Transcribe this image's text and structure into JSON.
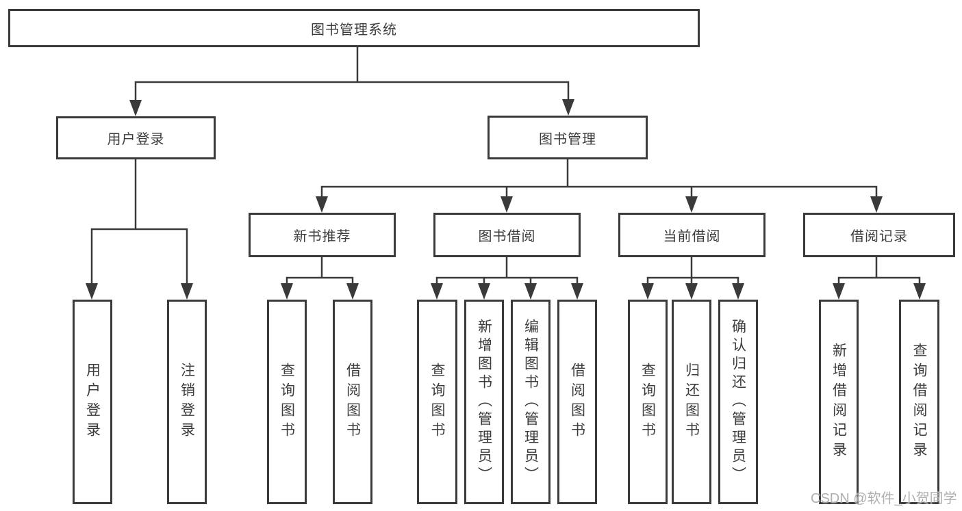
{
  "diagram": {
    "type": "hierarchy-tree",
    "nodes": {
      "root": {
        "label": "图书管理系统"
      },
      "user_login": {
        "label": "用户登录"
      },
      "book_mgmt": {
        "label": "图书管理"
      },
      "new_books": {
        "label": "新书推荐"
      },
      "book_borrow": {
        "label": "图书借阅"
      },
      "current_borrow": {
        "label": "当前借阅"
      },
      "borrow_records": {
        "label": "借阅记录"
      },
      "leaf_user_login": {
        "label": "用户登录"
      },
      "leaf_logout": {
        "label": "注销登录"
      },
      "leaf_nb_query": {
        "label": "查询图书"
      },
      "leaf_nb_borrow": {
        "label": "借阅图书"
      },
      "leaf_bw_query": {
        "label": "查询图书"
      },
      "leaf_bw_add": {
        "label": "新增图书（管理员）"
      },
      "leaf_bw_edit": {
        "label": "编辑图书（管理员）"
      },
      "leaf_bw_borrow": {
        "label": "借阅图书"
      },
      "leaf_cur_query": {
        "label": "查询图书"
      },
      "leaf_cur_return": {
        "label": "归还图书"
      },
      "leaf_cur_confirm": {
        "label": "确认归还（管理员）"
      },
      "leaf_rec_add": {
        "label": "新增借阅记录"
      },
      "leaf_rec_query": {
        "label": "查询借阅记录"
      }
    },
    "edges": [
      [
        "root",
        "user_login"
      ],
      [
        "root",
        "book_mgmt"
      ],
      [
        "user_login",
        "leaf_user_login"
      ],
      [
        "user_login",
        "leaf_logout"
      ],
      [
        "book_mgmt",
        "new_books"
      ],
      [
        "book_mgmt",
        "book_borrow"
      ],
      [
        "book_mgmt",
        "current_borrow"
      ],
      [
        "book_mgmt",
        "borrow_records"
      ],
      [
        "new_books",
        "leaf_nb_query"
      ],
      [
        "new_books",
        "leaf_nb_borrow"
      ],
      [
        "book_borrow",
        "leaf_bw_query"
      ],
      [
        "book_borrow",
        "leaf_bw_add"
      ],
      [
        "book_borrow",
        "leaf_bw_edit"
      ],
      [
        "book_borrow",
        "leaf_bw_borrow"
      ],
      [
        "current_borrow",
        "leaf_cur_query"
      ],
      [
        "current_borrow",
        "leaf_cur_return"
      ],
      [
        "current_borrow",
        "leaf_cur_confirm"
      ],
      [
        "borrow_records",
        "leaf_rec_add"
      ],
      [
        "borrow_records",
        "leaf_rec_query"
      ]
    ]
  },
  "watermark": {
    "text": "CSDN @软件_小贺同学"
  },
  "colors": {
    "line": "#3a3a3a",
    "box_border": "#3a3a3a",
    "text": "#3c3c3c",
    "box_background": "#ffffff",
    "page_background": "#ffffff",
    "watermark": "#a8a8a8"
  }
}
